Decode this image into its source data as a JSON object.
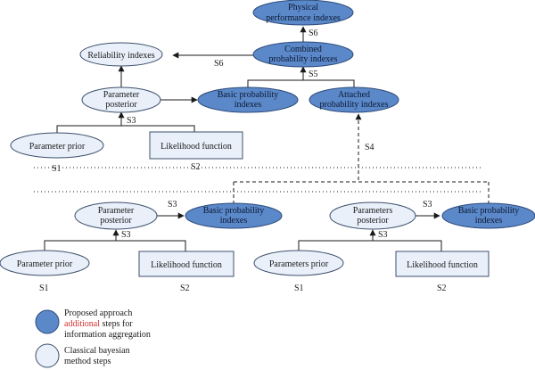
{
  "nodes": {
    "physical": [
      "Physical",
      "performance indexes"
    ],
    "combined": [
      "Combined",
      "probability indexes"
    ],
    "reliability": [
      "Reliability indexes"
    ],
    "param_posterior_top": [
      "Parameter",
      "posterior"
    ],
    "basic_top": [
      "Basic probability",
      "indexes"
    ],
    "attached": [
      "Attached",
      "probability indexes"
    ],
    "param_prior_top": [
      "Parameter prior"
    ],
    "likelihood_top": [
      "Likelihood function"
    ],
    "param_posterior_left": [
      "Parameter",
      "posterior"
    ],
    "basic_left": [
      "Basic probability",
      "indexes"
    ],
    "param_prior_left": [
      "Parameter prior"
    ],
    "likelihood_left": [
      "Likelihood function"
    ],
    "params_posterior_right": [
      "Parameters",
      "posterior"
    ],
    "basic_right": [
      "Basic probability",
      "indexes"
    ],
    "params_prior_right": [
      "Parameters prior"
    ],
    "likelihood_right": [
      "Likelihood function"
    ]
  },
  "steps": {
    "s1": "S1",
    "s2": "S2",
    "s3": "S3",
    "s4": "S4",
    "s5": "S5",
    "s6": "S6"
  },
  "legend": {
    "proposed_line1": "Proposed approach",
    "proposed_red": "additional",
    "proposed_line2_rest": " steps for",
    "proposed_line3": "information aggregation",
    "classical_line1": "Classical bayesian",
    "classical_line2": "method steps"
  },
  "colors": {
    "proposed": "#5b88c9",
    "classical": "#e9f0fa",
    "highlight": "#d0302f"
  }
}
